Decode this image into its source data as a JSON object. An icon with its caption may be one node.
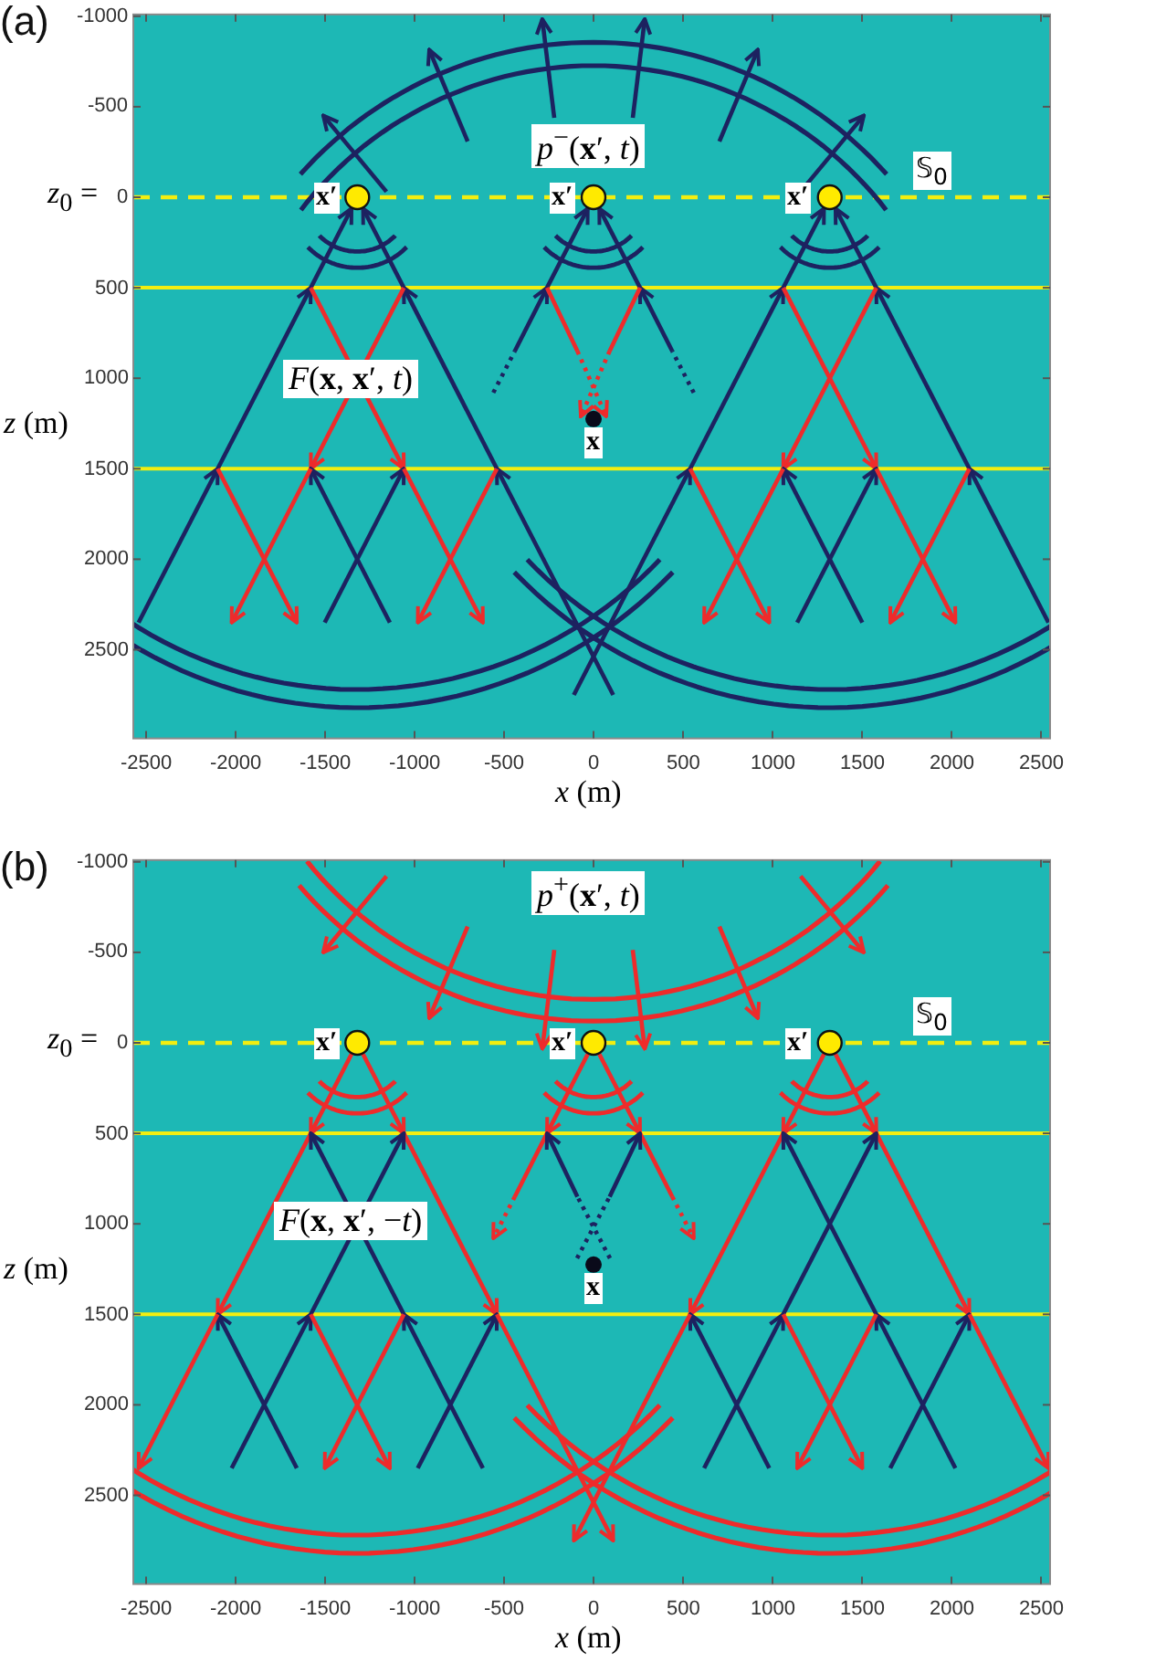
{
  "diagram": {
    "labels": [
      "(a)",
      "-1000",
      "-500",
      "*p*$^{−}$(**x**′, *t*)",
      "𝕊$_{0}$",
      "*z*$_{0}$ =",
      "0",
      "x′",
      "x′",
      "x′",
      "500",
      "1000",
      "*F*(**x**, **x**′, *t*)",
      "*z* (m)",
      "x",
      "1500",
      "2000",
      "2500",
      "-2500",
      "-2000",
      "-1500",
      "-1000",
      "-500",
      "0",
      "500",
      "1000",
      "1500",
      "2000",
      "2500",
      "*x* (m)",
      "(b)",
      "-1000",
      "-500",
      "*p*$^{+}$(**x**′, *t*)",
      "𝕊$_{0}$",
      "*z*$_{0}$ =",
      "0",
      "x′",
      "x′",
      "x′",
      "500",
      "1000",
      "*F*(**x**, **x**′, −*t*)",
      "*z* (m)",
      "x",
      "1500",
      "2000",
      "2500",
      "-2500",
      "-2000",
      "-1500",
      "-1000",
      "-500",
      "0",
      "500",
      "1000",
      "1500",
      "2000",
      "2500",
      "*x* (m)"
    ]
  }
}
